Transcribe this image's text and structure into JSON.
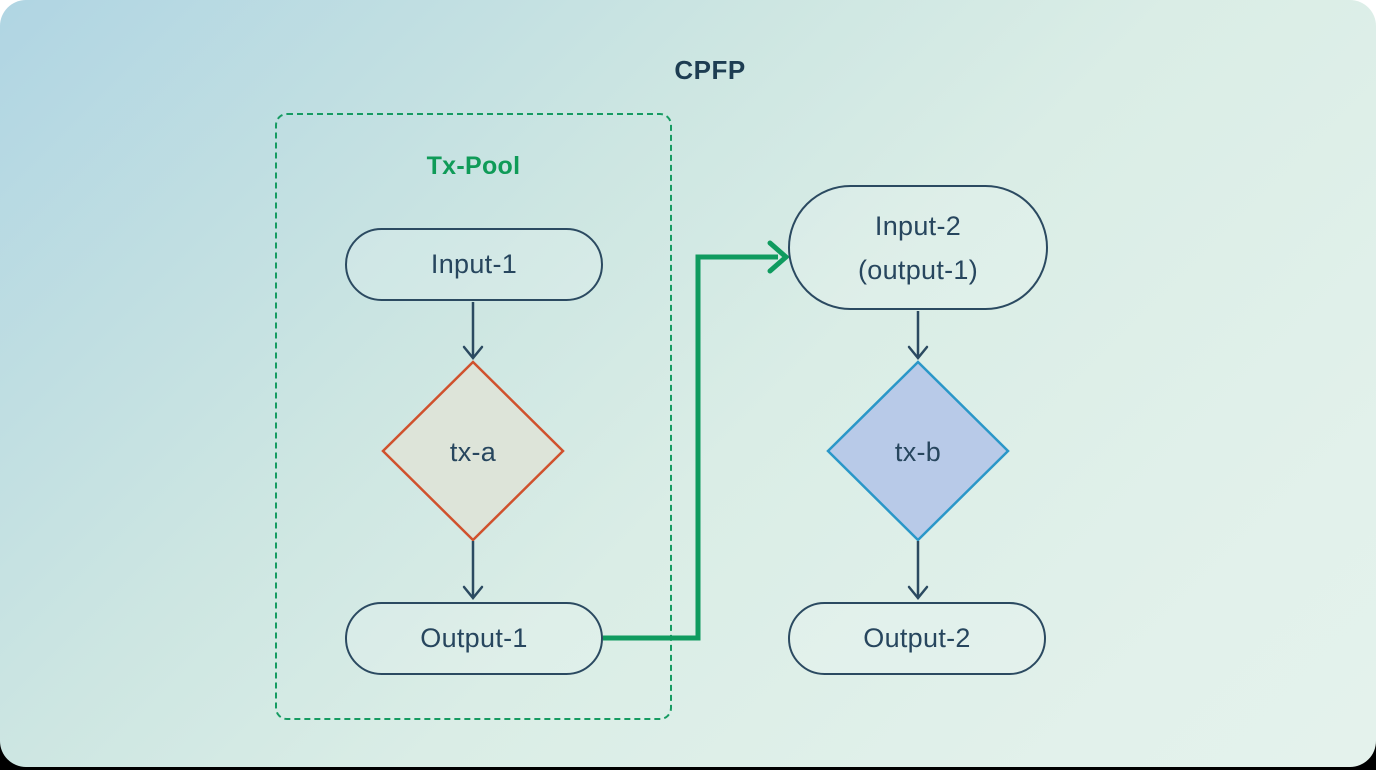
{
  "title": "CPFP",
  "pool": {
    "label": "Tx-Pool"
  },
  "nodes": {
    "input1": {
      "label": "Input-1"
    },
    "tx_a": {
      "label": "tx-a"
    },
    "output1": {
      "label": "Output-1"
    },
    "input2": {
      "label_line1": "Input-2",
      "label_line2": "(output-1)"
    },
    "tx_b": {
      "label": "tx-b"
    },
    "output2": {
      "label": "Output-2"
    }
  },
  "edges": [
    {
      "from": "input1",
      "to": "tx_a",
      "style": "navy-arrow"
    },
    {
      "from": "tx_a",
      "to": "output1",
      "style": "navy-arrow"
    },
    {
      "from": "output1",
      "to": "input2",
      "style": "green-elbow-arrow"
    },
    {
      "from": "input2",
      "to": "tx_b",
      "style": "navy-arrow"
    },
    {
      "from": "tx_b",
      "to": "output2",
      "style": "navy-arrow"
    }
  ],
  "colors": {
    "background_top_left": "#b0d5e3",
    "background_bottom_right": "#e4f2ec",
    "bottom_strip": "#000000",
    "navy": "#2b4a61",
    "title_text": "#1d3d52",
    "pool_border_green": "#169b62",
    "pool_label_green": "#0f9b58",
    "connector_green": "#0f9b5f",
    "tx_a_border": "#d0512d",
    "tx_a_fill": "#dde4d9",
    "tx_b_border": "#2a97c8",
    "tx_b_fill": "#b8cae8"
  }
}
